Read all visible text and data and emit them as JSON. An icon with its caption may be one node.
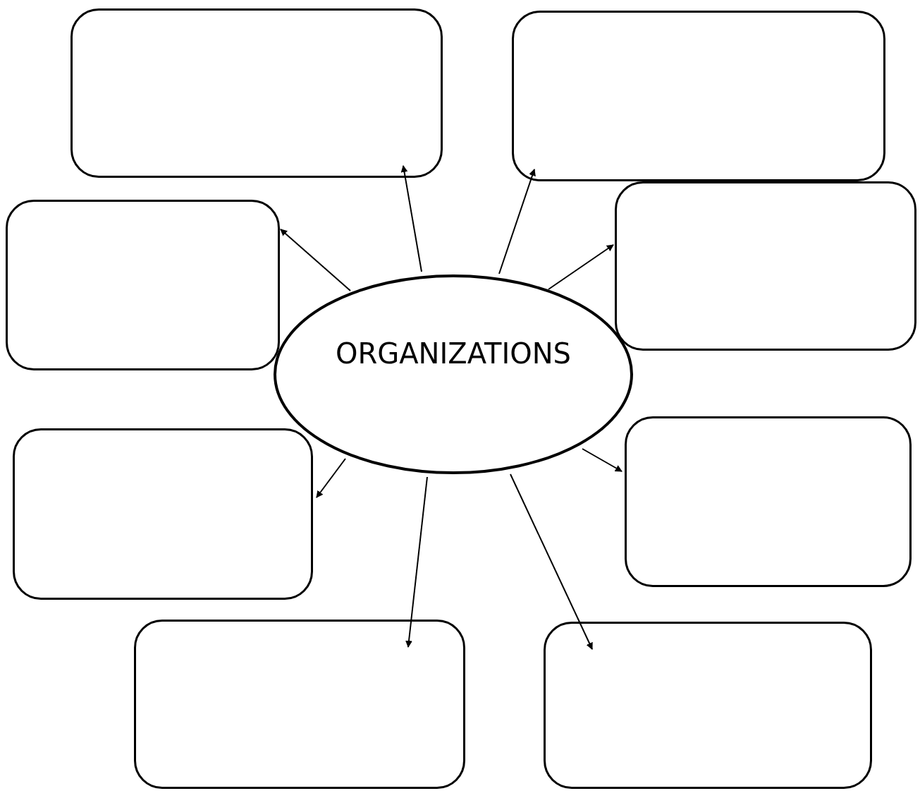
{
  "diagram": {
    "nodes": [
      {
        "text": [
          "ORGANIZATIONS"
        ]
      },
      {
        "text": [],
        "shape": "box"
      },
      {
        "text": [],
        "shape": "box"
      },
      {
        "text": [],
        "shape": "box"
      },
      {
        "text": [],
        "shape": "box"
      },
      {
        "text": [],
        "shape": "box"
      },
      {
        "text": [],
        "shape": "box"
      },
      {
        "text": [],
        "shape": "box"
      },
      {
        "text": [],
        "shape": "box"
      }
    ],
    "edges": [
      {
        "from": 0,
        "to": 1,
        "arrow": "to"
      },
      {
        "from": 0,
        "to": 2,
        "arrow": "to"
      },
      {
        "from": 0,
        "to": 3,
        "arrow": "to"
      },
      {
        "from": 0,
        "to": 4,
        "arrow": "to"
      },
      {
        "from": 0,
        "to": 5,
        "arrow": "to"
      },
      {
        "from": 0,
        "to": 6,
        "arrow": "to"
      },
      {
        "from": 0,
        "to": 7,
        "arrow": "to"
      },
      {
        "from": 0,
        "to": 8,
        "arrow": "to"
      }
    ]
  }
}
